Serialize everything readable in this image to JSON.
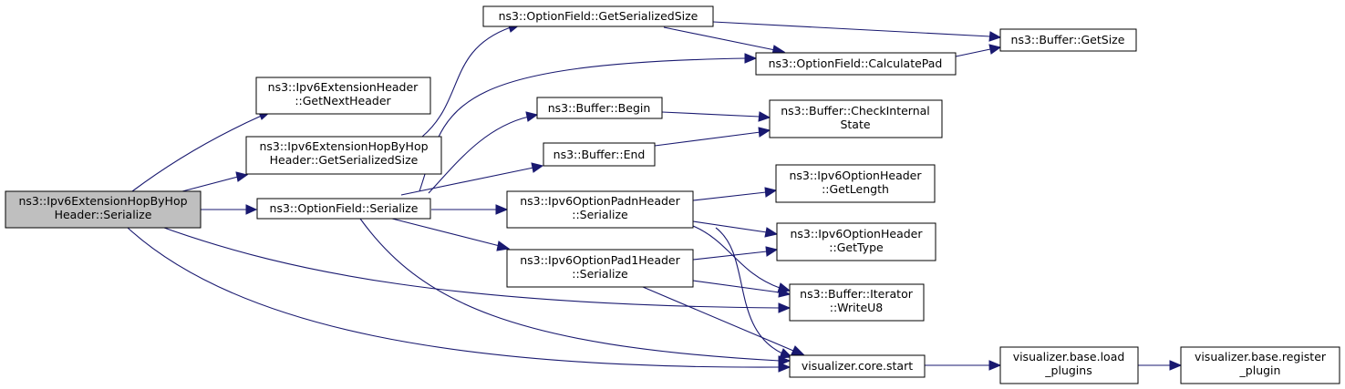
{
  "graph": {
    "nodes": {
      "root": {
        "lines": [
          "ns3::Ipv6ExtensionHopByHop",
          "Header::Serialize"
        ]
      },
      "getNextHeader": {
        "lines": [
          "ns3::Ipv6ExtensionHeader",
          "::GetNextHeader"
        ]
      },
      "hopGetSerializedSize": {
        "lines": [
          "ns3::Ipv6ExtensionHopByHop",
          "Header::GetSerializedSize"
        ]
      },
      "optSerialize": {
        "lines": [
          "ns3::OptionField::Serialize"
        ]
      },
      "optGetSerializedSize": {
        "lines": [
          "ns3::OptionField::GetSerializedSize"
        ]
      },
      "calculatePad": {
        "lines": [
          "ns3::OptionField::CalculatePad"
        ]
      },
      "bufBegin": {
        "lines": [
          "ns3::Buffer::Begin"
        ]
      },
      "bufEnd": {
        "lines": [
          "ns3::Buffer::End"
        ]
      },
      "padnSerialize": {
        "lines": [
          "ns3::Ipv6OptionPadnHeader",
          "::Serialize"
        ]
      },
      "pad1Serialize": {
        "lines": [
          "ns3::Ipv6OptionPad1Header",
          "::Serialize"
        ]
      },
      "bufGetSize": {
        "lines": [
          "ns3::Buffer::GetSize"
        ]
      },
      "checkInternal": {
        "lines": [
          "ns3::Buffer::CheckInternal",
          "State"
        ]
      },
      "getLength": {
        "lines": [
          "ns3::Ipv6OptionHeader",
          "::GetLength"
        ]
      },
      "getType": {
        "lines": [
          "ns3::Ipv6OptionHeader",
          "::GetType"
        ]
      },
      "writeU8": {
        "lines": [
          "ns3::Buffer::Iterator",
          "::WriteU8"
        ]
      },
      "vizStart": {
        "lines": [
          "visualizer.core.start"
        ]
      },
      "vizLoad": {
        "lines": [
          "visualizer.base.load",
          "_plugins"
        ]
      },
      "vizRegister": {
        "lines": [
          "visualizer.base.register",
          "_plugin"
        ]
      }
    }
  }
}
